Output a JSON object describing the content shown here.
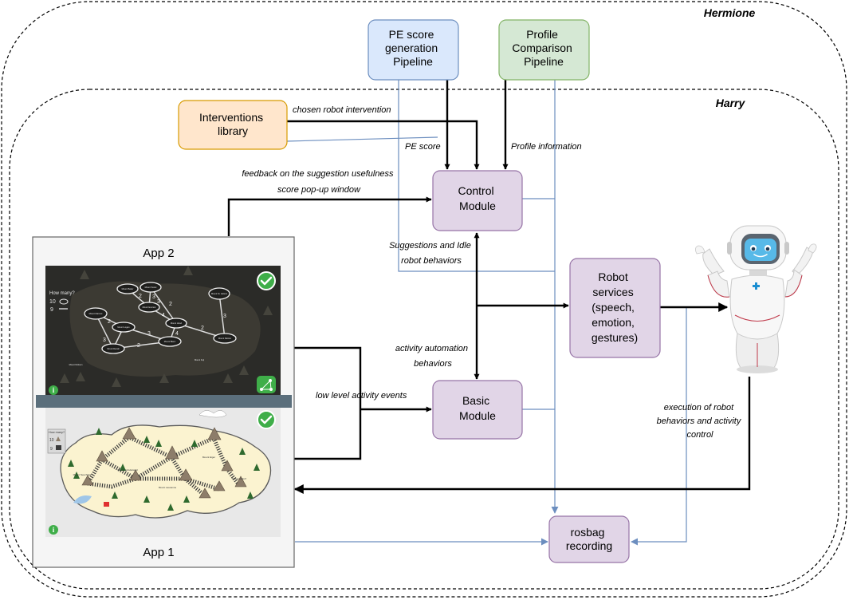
{
  "regions": {
    "outer": "Hermione",
    "inner": "Harry"
  },
  "nodes": {
    "pe_score_pipeline": [
      "PE score",
      "generation",
      "Pipeline"
    ],
    "profile_comparison": [
      "Profile",
      "Comparison",
      "Pipeline"
    ],
    "interventions_library": [
      "Interventions",
      "library"
    ],
    "control_module": [
      "Control",
      "Module"
    ],
    "basic_module": [
      "Basic",
      "Module"
    ],
    "robot_services": [
      "Robot",
      "services",
      "(speech,",
      "emotion,",
      "gestures)"
    ],
    "rosbag": [
      "rosbag",
      "recording"
    ],
    "app2": "App 2",
    "app1": "App 1"
  },
  "edge_labels": {
    "chosen_intervention": "chosen robot intervention",
    "pe_score": "PE score",
    "profile_info": "Profile  information",
    "feedback": [
      "feedback on the suggestion usefulness",
      "score pop-up window"
    ],
    "suggestions": [
      "Suggestions and Idle",
      "robot behaviors"
    ],
    "activity_automation": [
      "activity automation",
      "behaviors"
    ],
    "low_level_events": "low level activity events",
    "execution": [
      "execution of robot",
      "behaviors and activity",
      "control"
    ]
  },
  "app2_screen": {
    "question": "How many?",
    "legend": [
      "10",
      "9"
    ],
    "nodes": [
      "Mount Baker",
      "Mount Sunet",
      "Mount St. Helens",
      "Mount Marmot",
      "Mount Everest",
      "Mount Hood",
      "Mount Logan",
      "Mount Denali",
      "Mount Blanc",
      "Mount Rainier",
      "Mount Fuji",
      "Mount Robson"
    ],
    "edge_weights": [
      "2",
      "3",
      "2",
      "4",
      "3",
      "3",
      "4",
      "2",
      "3",
      "2",
      "3",
      "2"
    ]
  },
  "app1_screen": {
    "question": "How many?",
    "legend": [
      "10",
      "9"
    ],
    "places": [
      "Mount Neuchatel",
      "Mount Grindelwald",
      "Mount Eiger",
      "Mount Altdorf",
      "Mount Lausanne"
    ]
  },
  "colors": {
    "pe_fill": "#dae8fc",
    "pe_stroke": "#6c8ebf",
    "profile_fill": "#d5e8d4",
    "profile_stroke": "#82b366",
    "interventions_fill": "#ffe6cc",
    "interventions_stroke": "#d79b00",
    "module_fill": "#e1d5e7",
    "module_stroke": "#9673a6",
    "thin_edge": "#6c8ebf",
    "app_frame": "#f5f5f5",
    "app_border": "#666666"
  }
}
